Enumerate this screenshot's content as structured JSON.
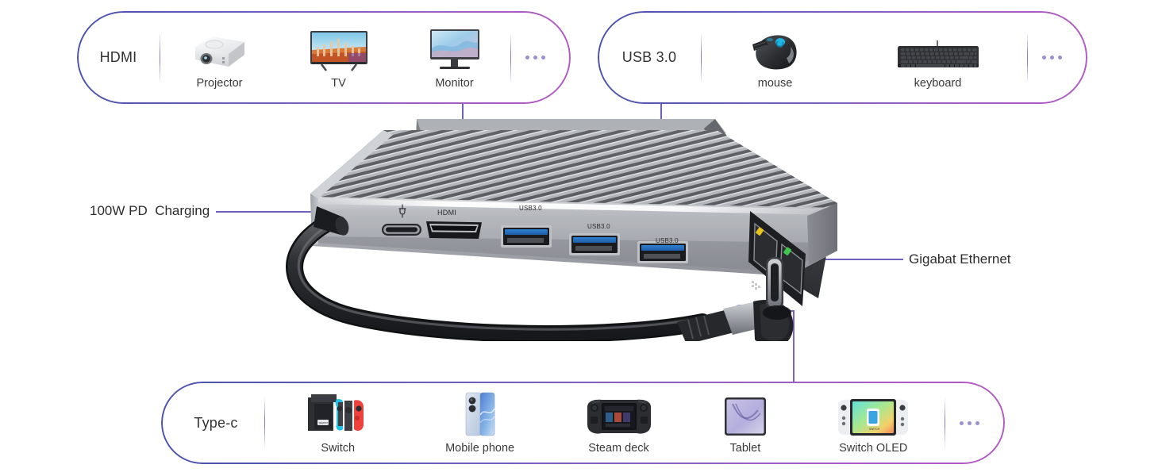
{
  "page": {
    "title": "USB-C Docking Station Feature Diagram",
    "background": "#ffffff",
    "accent_start": "#4a51ad",
    "accent_end": "#b359c4",
    "dot_color": "#7c6fd0"
  },
  "panels": {
    "hdmi": {
      "title": "HDMI",
      "more": "...",
      "devices": [
        {
          "label": "Projector",
          "icon": "projector-icon"
        },
        {
          "label": "TV",
          "icon": "tv-icon"
        },
        {
          "label": "Monitor",
          "icon": "monitor-icon"
        }
      ]
    },
    "usb": {
      "title": "USB 3.0",
      "more": "...",
      "devices": [
        {
          "label": "mouse",
          "icon": "mouse-icon"
        },
        {
          "label": "keyboard",
          "icon": "keyboard-icon"
        }
      ]
    },
    "typec": {
      "title": "Type-c",
      "more": "...",
      "devices": [
        {
          "label": "Switch",
          "icon": "nintendo-switch-icon"
        },
        {
          "label": "Mobile phone",
          "icon": "smartphone-icon"
        },
        {
          "label": "Steam deck",
          "icon": "steam-deck-icon"
        },
        {
          "label": "Tablet",
          "icon": "tablet-icon"
        },
        {
          "label": "Switch OLED",
          "icon": "switch-oled-icon"
        }
      ]
    }
  },
  "callouts": {
    "power": "100W PD  Charging",
    "ethernet": "Gigabat Ethernet"
  },
  "device_ports": {
    "hdmi_print": "HDMI",
    "usb_print_1": "USB3.0",
    "usb_print_2": "USB3.0",
    "usb_print_3": "USB3.0",
    "power_symbol": "charging-plug-glyph"
  }
}
